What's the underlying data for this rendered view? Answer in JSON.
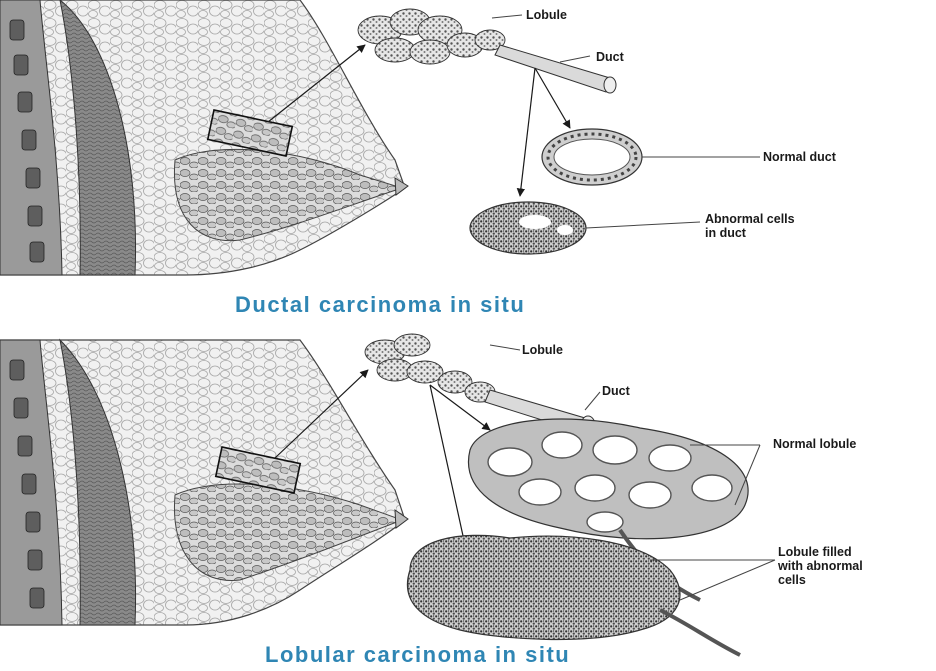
{
  "panels": [
    {
      "caption": "Ductal carcinoma in situ",
      "labels": {
        "lobule": "Lobule",
        "duct": "Duct",
        "normal": "Normal duct",
        "abnormal": [
          "Abnormal cells",
          "in duct"
        ]
      }
    },
    {
      "caption": "Lobular carcinoma in situ",
      "labels": {
        "lobule": "Lobule",
        "duct": "Duct",
        "normal": "Normal lobule",
        "abnormal": [
          "Lobule filled",
          "with abnormal",
          "cells"
        ]
      }
    }
  ],
  "colors": {
    "caption": "#2f86b4",
    "tissue": "#b9b9b9",
    "muscle": "#7c7c7c",
    "ink": "#1a1a1a"
  }
}
